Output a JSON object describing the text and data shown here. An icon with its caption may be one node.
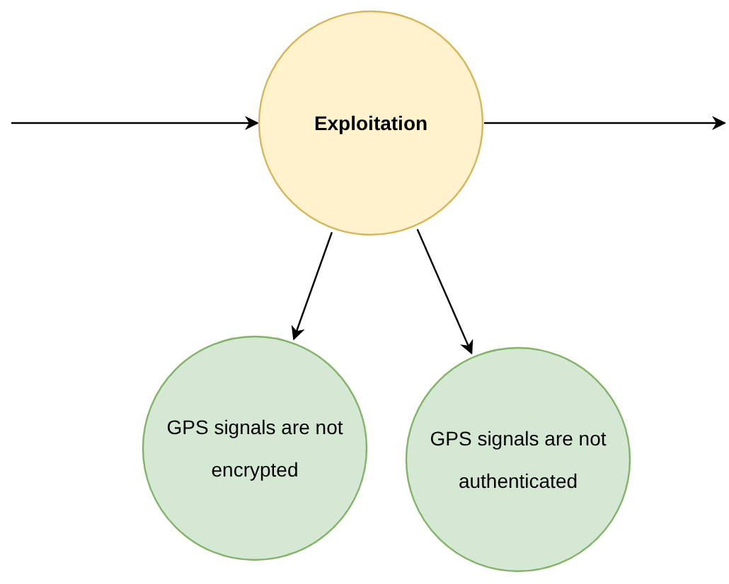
{
  "diagram": {
    "nodes": [
      {
        "text": [
          "Exploitation"
        ]
      },
      {
        "text": [
          "GPS signals are not encrypted"
        ]
      },
      {
        "text": [
          "GPS signals are not authenticated"
        ]
      }
    ],
    "edges": [
      {
        "from": null,
        "to": 0,
        "arrow": "to"
      },
      {
        "from": 0,
        "to": null,
        "arrow": "to"
      },
      {
        "from": 0,
        "to": 1,
        "arrow": "to"
      },
      {
        "from": 0,
        "to": 2,
        "arrow": "to"
      }
    ]
  }
}
